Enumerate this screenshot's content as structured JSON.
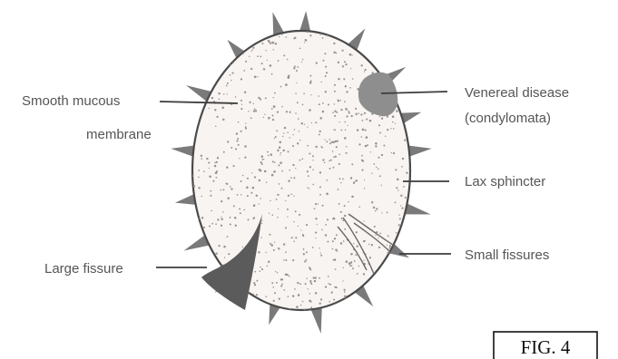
{
  "labels": {
    "smooth_mucous_line1": "Smooth mucous",
    "smooth_mucous_line2": "membrane",
    "venereal_line1": "Venereal disease",
    "venereal_line2": "(condylomata)",
    "lax_sphincter": "Lax sphincter",
    "small_fissures": "Small fissures",
    "large_fissure": "Large fissure"
  },
  "figure_label": "FIG. 4"
}
